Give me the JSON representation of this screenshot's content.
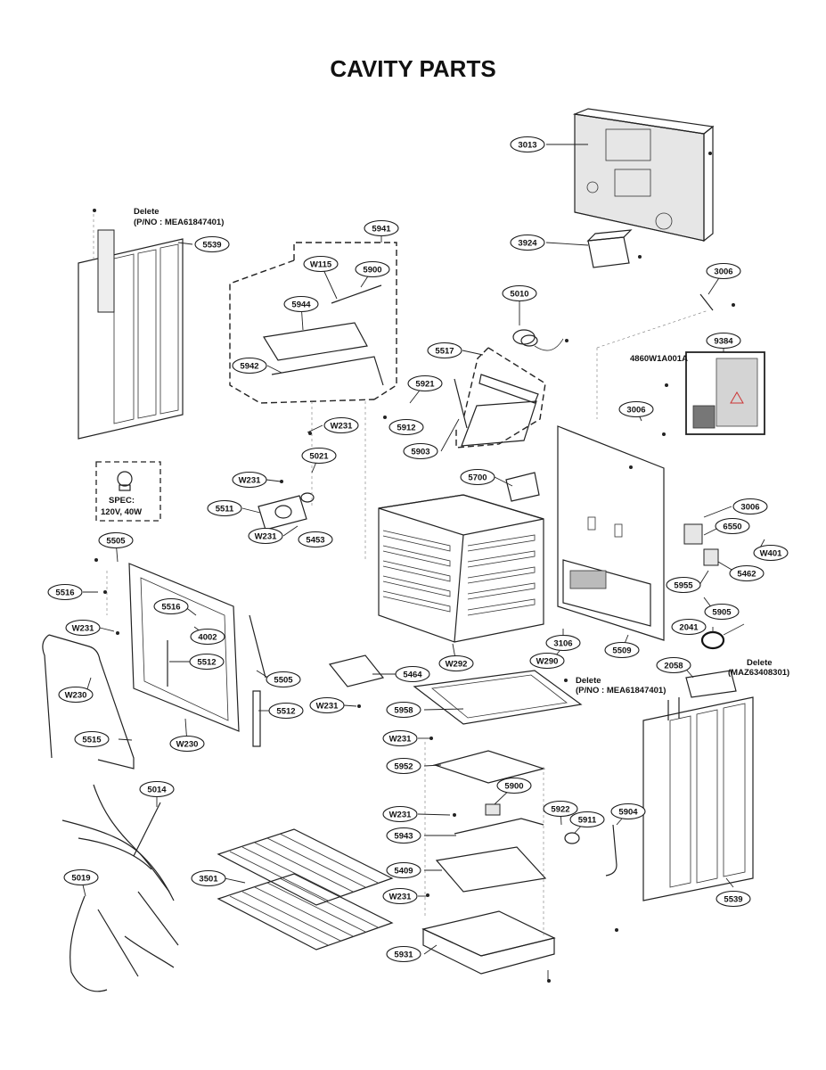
{
  "title": "CAVITY PARTS",
  "notes": {
    "delete_left_1": "Delete",
    "delete_left_2": "(P/NO : MEA61847401)",
    "delete_right_1": "Delete",
    "delete_right_2": "(P/NO : MEA61847401)",
    "delete_maz_1": "Delete",
    "delete_maz_2": "(MAZ63408301)",
    "spec_1": "SPEC:",
    "spec_2": "120V, 40W",
    "part_4860": "4860W1A001A"
  },
  "callouts": [
    {
      "id": "c3013",
      "label": "3013"
    },
    {
      "id": "c3924",
      "label": "3924"
    },
    {
      "id": "c3006a",
      "label": "3006"
    },
    {
      "id": "c9384",
      "label": "9384"
    },
    {
      "id": "c5539a",
      "label": "5539"
    },
    {
      "id": "c5941",
      "label": "5941"
    },
    {
      "id": "cW115",
      "label": "W115"
    },
    {
      "id": "c5900a",
      "label": "5900"
    },
    {
      "id": "c5944",
      "label": "5944"
    },
    {
      "id": "c5942",
      "label": "5942"
    },
    {
      "id": "c5010",
      "label": "5010"
    },
    {
      "id": "c5517",
      "label": "5517"
    },
    {
      "id": "c5921",
      "label": "5921"
    },
    {
      "id": "c5912",
      "label": "5912"
    },
    {
      "id": "cW231a",
      "label": "W231"
    },
    {
      "id": "c5903",
      "label": "5903"
    },
    {
      "id": "c3006b",
      "label": "3006"
    },
    {
      "id": "c5021",
      "label": "5021"
    },
    {
      "id": "cW231b",
      "label": "W231"
    },
    {
      "id": "c5700",
      "label": "5700"
    },
    {
      "id": "c5511",
      "label": "5511"
    },
    {
      "id": "cW231c",
      "label": "W231"
    },
    {
      "id": "c5453",
      "label": "5453"
    },
    {
      "id": "c3006c",
      "label": "3006"
    },
    {
      "id": "c6550",
      "label": "6550"
    },
    {
      "id": "cW401",
      "label": "W401"
    },
    {
      "id": "c5462",
      "label": "5462"
    },
    {
      "id": "c5955",
      "label": "5955"
    },
    {
      "id": "c5905",
      "label": "5905"
    },
    {
      "id": "c5505a",
      "label": "5505"
    },
    {
      "id": "c5516a",
      "label": "5516"
    },
    {
      "id": "c5516b",
      "label": "5516"
    },
    {
      "id": "cW231d",
      "label": "W231"
    },
    {
      "id": "c4002",
      "label": "4002"
    },
    {
      "id": "c5512a",
      "label": "5512"
    },
    {
      "id": "c5505b",
      "label": "5505"
    },
    {
      "id": "cW230a",
      "label": "W230"
    },
    {
      "id": "c5512b",
      "label": "5512"
    },
    {
      "id": "c5515",
      "label": "5515"
    },
    {
      "id": "cW230b",
      "label": "W230"
    },
    {
      "id": "c3106",
      "label": "3106"
    },
    {
      "id": "c5509",
      "label": "5509"
    },
    {
      "id": "c2041",
      "label": "2041"
    },
    {
      "id": "cW292",
      "label": "W292"
    },
    {
      "id": "cW290",
      "label": "W290"
    },
    {
      "id": "c2058",
      "label": "2058"
    },
    {
      "id": "c5464",
      "label": "5464"
    },
    {
      "id": "cW231e",
      "label": "W231"
    },
    {
      "id": "c5958",
      "label": "5958"
    },
    {
      "id": "cW231f",
      "label": "W231"
    },
    {
      "id": "c5952",
      "label": "5952"
    },
    {
      "id": "c5014",
      "label": "5014"
    },
    {
      "id": "c5900b",
      "label": "5900"
    },
    {
      "id": "cW231g",
      "label": "W231"
    },
    {
      "id": "c5922",
      "label": "5922"
    },
    {
      "id": "c5911",
      "label": "5911"
    },
    {
      "id": "c5904",
      "label": "5904"
    },
    {
      "id": "c5943",
      "label": "5943"
    },
    {
      "id": "c5019",
      "label": "5019"
    },
    {
      "id": "c3501",
      "label": "3501"
    },
    {
      "id": "c5409",
      "label": "5409"
    },
    {
      "id": "cW231h",
      "label": "W231"
    },
    {
      "id": "c5539b",
      "label": "5539"
    },
    {
      "id": "c5931",
      "label": "5931"
    }
  ]
}
